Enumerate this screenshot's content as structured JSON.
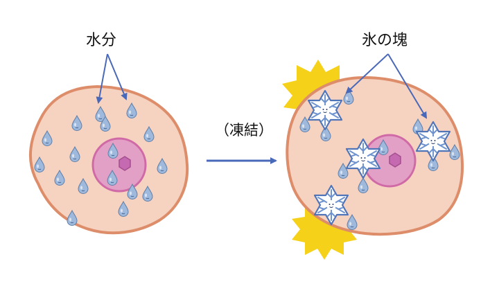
{
  "labels": {
    "water": "水分",
    "freeze": "（凍結）",
    "ice": "氷の塊"
  },
  "colors": {
    "cell_fill": "#f6d2c0",
    "cell_stroke": "#dd8d6a",
    "nucleus_fill": "#e3a0c6",
    "nucleus_stroke": "#d06aa6",
    "nucleolus": "#c56ab0",
    "droplet": "#9fb9dd",
    "droplet_stroke": "#5f7fa8",
    "arrow": "#4a68b8",
    "snowflake_fill": "#ffffff",
    "snowflake_stroke": "#4f74b8",
    "burst": "#f5d11a"
  },
  "icons": [
    "water-droplet-icon",
    "snowflake-icon",
    "burst-icon"
  ]
}
